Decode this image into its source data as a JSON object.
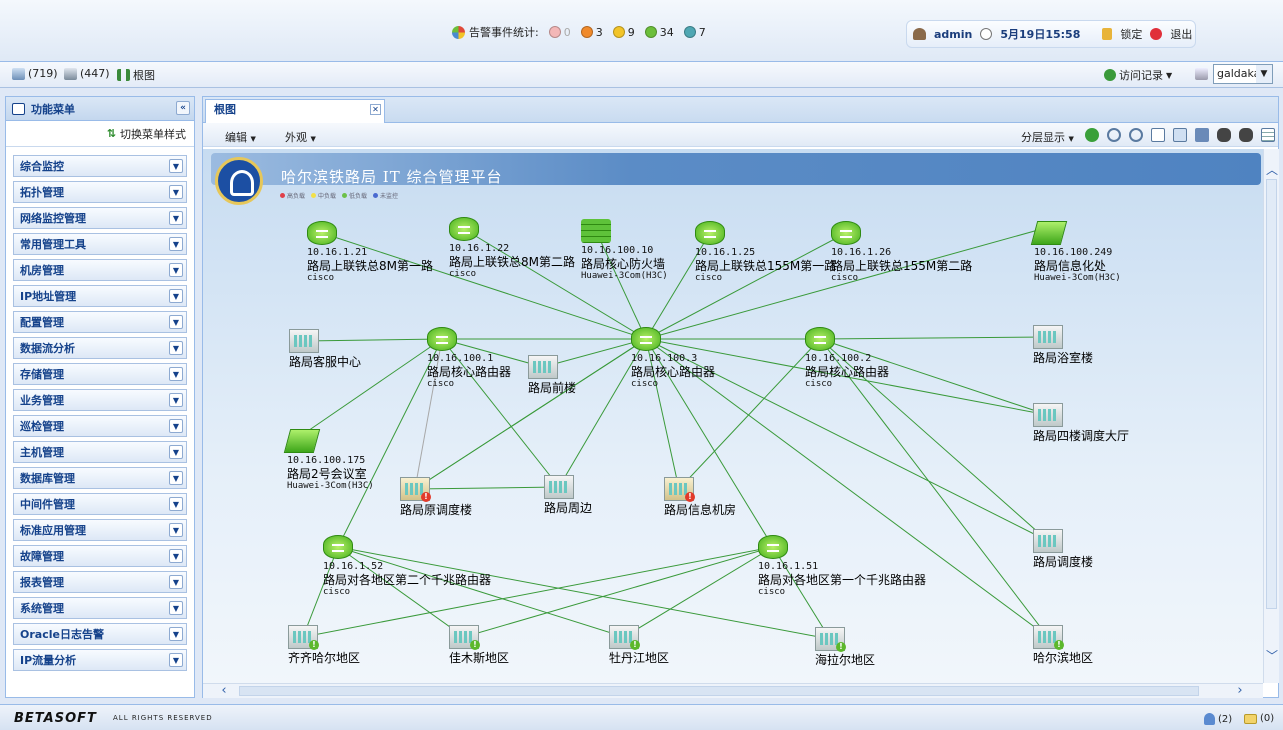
{
  "header": {
    "alarm_stats_label": "告警事件统计:",
    "alarms": [
      {
        "level": "critical",
        "count": "0",
        "color": "#f3b7b7",
        "icon": "alarm-critical-icon"
      },
      {
        "level": "major",
        "count": "3",
        "color": "#f08a2c",
        "icon": "alarm-major-icon"
      },
      {
        "level": "minor",
        "count": "9",
        "color": "#f2c428",
        "icon": "alarm-minor-icon"
      },
      {
        "level": "warning",
        "count": "34",
        "color": "#6cbf3b",
        "icon": "alarm-warning-icon"
      },
      {
        "level": "info",
        "count": "7",
        "color": "#4fa7b3",
        "icon": "alarm-info-icon"
      }
    ],
    "user": "admin",
    "datetime": "5月19日15:58",
    "lock_label": "锁定",
    "logout_label": "退出"
  },
  "toolbar": {
    "host_count": "(719)",
    "device_count": "(447)",
    "root_label": "根图",
    "visit_history_label": "访问记录",
    "account": "galdaka"
  },
  "sidebar": {
    "title": "功能菜单",
    "switch_style_label": "切换菜单样式",
    "items": [
      "综合监控",
      "拓扑管理",
      "网络监控管理",
      "常用管理工具",
      "机房管理",
      "IP地址管理",
      "配置管理",
      "数据流分析",
      "存储管理",
      "业务管理",
      "巡检管理",
      "主机管理",
      "数据库管理",
      "中间件管理",
      "标准应用管理",
      "故障管理",
      "报表管理",
      "系统管理",
      "Oracle日志告警",
      "IP流量分析"
    ]
  },
  "tab": {
    "label": "根图"
  },
  "topo_toolbar": {
    "edit_label": "编辑",
    "appearance_label": "外观",
    "layer_label": "分层显示"
  },
  "canvas": {
    "banner_title": "哈尔滨铁路局 IT 综合管理平台",
    "legend": [
      "高负载",
      "中负载",
      "低负载",
      "未监控"
    ],
    "legend_colors": [
      "#e0404a",
      "#f2e04a",
      "#6cc04a",
      "#4a6ad0"
    ]
  },
  "topology": {
    "nodes": [
      {
        "id": "r121",
        "type": "router",
        "ip": "10.16.1.21",
        "name": "路局上联铁总8M第一路",
        "vendor": "cisco"
      },
      {
        "id": "r122",
        "type": "router",
        "ip": "10.16.1.22",
        "name": "路局上联铁总8M第二路",
        "vendor": "cisco"
      },
      {
        "id": "fw",
        "type": "firewall",
        "ip": "10.16.100.10",
        "name": "路局核心防火墙",
        "vendor": "Huawei-3Com(H3C)"
      },
      {
        "id": "r125",
        "type": "router",
        "ip": "10.16.1.25",
        "name": "路局上联铁总155M第一路",
        "vendor": "cisco"
      },
      {
        "id": "r126",
        "type": "router",
        "ip": "10.16.1.26",
        "name": "路局上联铁总155M第二路",
        "vendor": "cisco"
      },
      {
        "id": "sw249",
        "type": "switch",
        "ip": "10.16.100.249",
        "name": "路局信息化处",
        "vendor": "Huawei-3Com(H3C)"
      },
      {
        "id": "kf",
        "type": "building",
        "ip": "",
        "name": "路局客服中心",
        "vendor": ""
      },
      {
        "id": "core1",
        "type": "router",
        "ip": "10.16.100.1",
        "name": "路局核心路由器",
        "vendor": "cisco"
      },
      {
        "id": "qianlou",
        "type": "building",
        "ip": "",
        "name": "路局前楼",
        "vendor": ""
      },
      {
        "id": "core3",
        "type": "router",
        "ip": "10.16.100.3",
        "name": "路局核心路由器",
        "vendor": "cisco"
      },
      {
        "id": "core2",
        "type": "router",
        "ip": "10.16.100.2",
        "name": "路局核心路由器",
        "vendor": "cisco"
      },
      {
        "id": "yushi",
        "type": "building",
        "ip": "",
        "name": "路局浴室楼",
        "vendor": ""
      },
      {
        "id": "sw175",
        "type": "switch",
        "ip": "10.16.100.175",
        "name": "路局2号会议室",
        "vendor": "Huawei-3Com(H3C)"
      },
      {
        "id": "silou",
        "type": "building",
        "ip": "",
        "name": "路局四楼调度大厅",
        "vendor": ""
      },
      {
        "id": "yuandd",
        "type": "building-alarm",
        "ip": "",
        "name": "路局原调度楼",
        "vendor": ""
      },
      {
        "id": "zhoubian",
        "type": "building",
        "ip": "",
        "name": "路局周边",
        "vendor": ""
      },
      {
        "id": "xinxi",
        "type": "building-alarm",
        "ip": "",
        "name": "路局信息机房",
        "vendor": ""
      },
      {
        "id": "diaodu",
        "type": "building",
        "ip": "",
        "name": "路局调度楼",
        "vendor": ""
      },
      {
        "id": "r152",
        "type": "router",
        "ip": "10.16.1.52",
        "name": "路局对各地区第二个千兆路由器",
        "vendor": "cisco"
      },
      {
        "id": "r151",
        "type": "router",
        "ip": "10.16.1.51",
        "name": "路局对各地区第一个千兆路由器",
        "vendor": "cisco"
      },
      {
        "id": "qqhe",
        "type": "building-warn",
        "ip": "",
        "name": "齐齐哈尔地区",
        "vendor": ""
      },
      {
        "id": "jms",
        "type": "building-warn",
        "ip": "",
        "name": "佳木斯地区",
        "vendor": ""
      },
      {
        "id": "mdj",
        "type": "building-warn",
        "ip": "",
        "name": "牡丹江地区",
        "vendor": ""
      },
      {
        "id": "hle",
        "type": "building-warn",
        "ip": "",
        "name": "海拉尔地区",
        "vendor": ""
      },
      {
        "id": "hrb",
        "type": "building-warn",
        "ip": "",
        "name": "哈尔滨地区",
        "vendor": ""
      }
    ],
    "links": [
      [
        "r121",
        "core3"
      ],
      [
        "r122",
        "core3"
      ],
      [
        "fw",
        "core3"
      ],
      [
        "r125",
        "core3"
      ],
      [
        "r126",
        "core3"
      ],
      [
        "sw249",
        "core3"
      ],
      [
        "kf",
        "core1"
      ],
      [
        "core1",
        "core3"
      ],
      [
        "core3",
        "core2"
      ],
      [
        "core2",
        "yushi"
      ],
      [
        "core1",
        "sw175"
      ],
      [
        "core2",
        "silou"
      ],
      [
        "core3",
        "silou"
      ],
      [
        "core1",
        "yuandd"
      ],
      [
        "core1",
        "zhoubian"
      ],
      [
        "core3",
        "zhoubian"
      ],
      [
        "core3",
        "xinxi"
      ],
      [
        "core2",
        "xinxi"
      ],
      [
        "core2",
        "diaodu"
      ],
      [
        "core3",
        "diaodu"
      ],
      [
        "yuandd",
        "zhoubian"
      ],
      [
        "core1",
        "r152"
      ],
      [
        "core3",
        "r151"
      ],
      [
        "core3",
        "hrb"
      ],
      [
        "core2",
        "hrb"
      ],
      [
        "core3",
        "qianlou"
      ],
      [
        "core1",
        "qianlou"
      ],
      [
        "r152",
        "qqhe"
      ],
      [
        "r152",
        "jms"
      ],
      [
        "r152",
        "mdj"
      ],
      [
        "r152",
        "hle"
      ],
      [
        "r151",
        "qqhe"
      ],
      [
        "r151",
        "jms"
      ],
      [
        "r151",
        "mdj"
      ],
      [
        "r151",
        "hle"
      ],
      [
        "yuandd",
        "core3"
      ],
      [
        "core3",
        "yuandd"
      ]
    ]
  },
  "status": {
    "brand": "BETASOFT",
    "rights": "ALL RIGHTS RESERVED",
    "users_online": "(2)",
    "messages": "(0)"
  }
}
